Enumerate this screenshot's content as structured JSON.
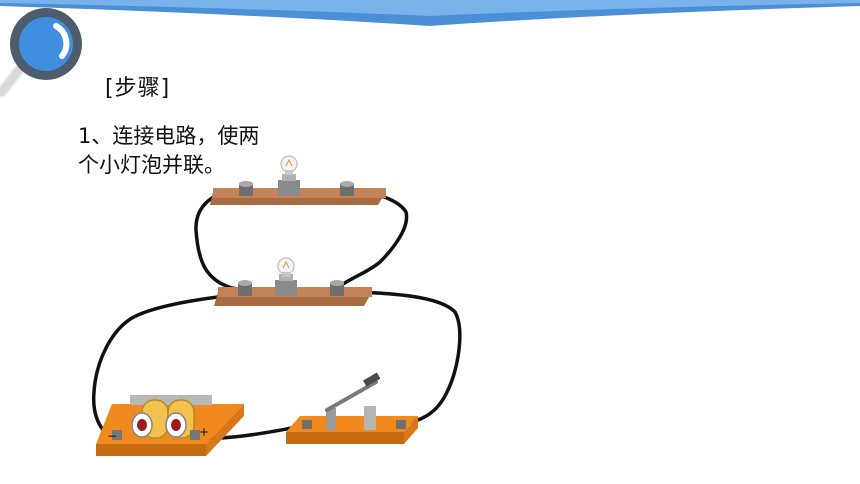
{
  "slide": {
    "heading": "[步骤]",
    "instruction_line1": "1、连接电路，使两",
    "instruction_line2": "个小灯泡并联。",
    "battery_terminal_negative": "−",
    "battery_terminal_positive": "+"
  },
  "colors": {
    "top_band": "#4a8fd8",
    "magnifier_ring": "#4d5b6a",
    "magnifier_lens": "#3f8ee0",
    "board_wood": "#b97b4f",
    "battery_board": "#f08a1e",
    "wire": "#111111"
  },
  "icons": {
    "magnifier": "magnifier-icon",
    "bulb": "light-bulb-icon",
    "battery": "battery-icon",
    "switch": "knife-switch-icon"
  }
}
